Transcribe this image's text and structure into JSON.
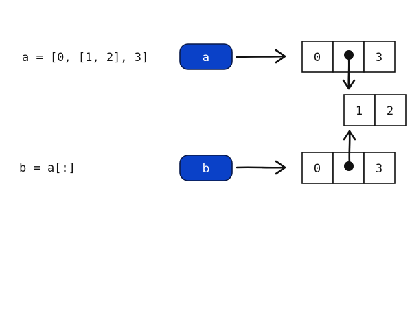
{
  "colors": {
    "pill_fill": "#0a41c8",
    "stroke": "#111111"
  },
  "statements": {
    "line_a": "a = [0, [1, 2], 3]",
    "line_b": "b = a[:]"
  },
  "variables": {
    "a": "a",
    "b": "b"
  },
  "lists": {
    "outer_a": [
      "0",
      "",
      "3"
    ],
    "inner": [
      "1",
      "2"
    ],
    "outer_b": [
      "0",
      "",
      "3"
    ]
  }
}
